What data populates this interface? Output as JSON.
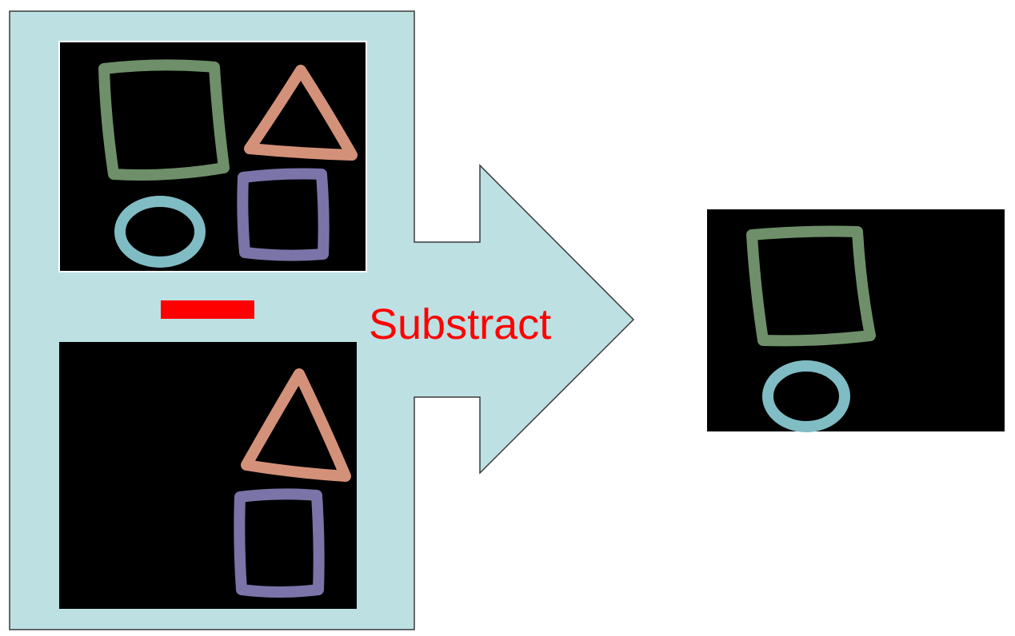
{
  "operation_label": "Substract",
  "colors": {
    "panel_fill": "#bde0e3",
    "panel_stroke": "#3a3a3a",
    "image_background": "#000000",
    "minus_sign": "#ff0000",
    "label_text": "#ff0000",
    "square_shape": "#6e8f6a",
    "triangle_shape": "#d4917a",
    "small_square_shape": "#7a74a8",
    "circle_shape": "#80bcc4"
  },
  "images": {
    "source_full": {
      "shapes": [
        "square",
        "triangle",
        "circle",
        "small-square"
      ]
    },
    "source_subtrahend": {
      "shapes": [
        "triangle",
        "small-square"
      ]
    },
    "result": {
      "shapes": [
        "square",
        "circle"
      ]
    }
  }
}
